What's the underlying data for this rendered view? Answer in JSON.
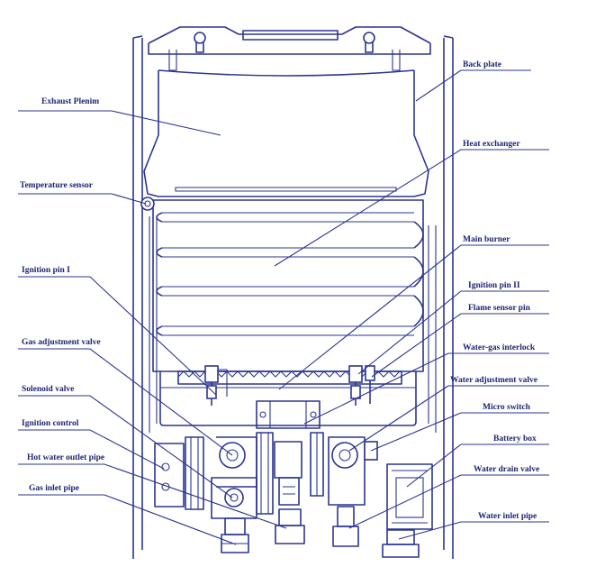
{
  "colors": {
    "ink": "#2c3591",
    "label": "#1d2470",
    "background": "#ffffff"
  },
  "labels": {
    "back_plate": "Back plate",
    "exhaust_plenum": "Exhaust Plenim",
    "heat_exchanger": "Heat exchanger",
    "temperature_sensor": "Temperature sensor",
    "main_burner": "Main burner",
    "ignition_pin_1": "Ignition pin I",
    "ignition_pin_2": "Ignition pin II",
    "flame_sensor_pin": "Flame sensor pin",
    "gas_adjustment_valve": "Gas adjustment valve",
    "water_gas_interlock": "Water-gas interlock",
    "water_adjustment_valve": "Water adjustment valve",
    "solenoid_valve": "Solenoid valve",
    "micro_switch": "Micro switch",
    "ignition_control": "Ignition control",
    "battery_box": "Battery box",
    "hot_water_outlet_pipe": "Hot water outlet pipe",
    "water_drain_valve": "Water drain valve",
    "gas_inlet_pipe": "Gas inlet pipe",
    "water_inlet_pipe": "Water inlet pipe"
  }
}
